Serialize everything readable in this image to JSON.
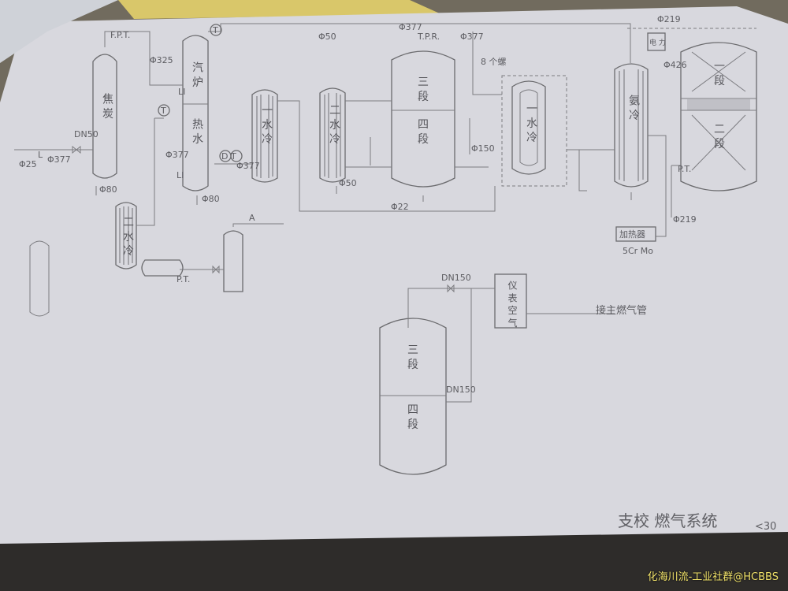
{
  "labels": {
    "coke_tower": "焦 炭",
    "boiler_top": "汽 炉",
    "boiler_bottom": "热 水",
    "cooler1": "一 水 冷",
    "cooler2": "二 水 冷",
    "cooler3": "二 水 冷",
    "stage34_top": "三 段",
    "stage34_bottom": "四 段",
    "cooler_main": "一 水 冷",
    "hx_amm": "氨 冷",
    "reactor_top": "一 段",
    "reactor_bottom": "二 段",
    "stage34b_top": "三 段",
    "stage34b_bottom": "四 段",
    "instrument_box": "仪 表 空 气",
    "heater_box": "加热器",
    "flow_box": "电 力"
  },
  "annotations": {
    "fpt": "F.P.T.",
    "t_top": "T",
    "t_mid": "T",
    "dt": "D T",
    "d377_a": "Φ377",
    "d377_b": "Φ377",
    "d377_c": "Φ377",
    "d377_d": "Φ377",
    "d377_e": "Φ377",
    "d325": "Φ325",
    "d219": "Φ219",
    "d219b": "Φ219",
    "d426": "Φ426",
    "d50a": "Φ50",
    "d50b": "Φ50",
    "d80": "Φ80",
    "d80b": "Φ80",
    "d150": "Φ150",
    "pt1": "P.T.",
    "pt2": "P.T.",
    "dn50": "DN50",
    "dn150": "DN150",
    "dn150b": "DN150",
    "l_label": "L",
    "li_label": "LI",
    "li_label2": "LI",
    "a_label": "A",
    "main_air": "接主燃气管",
    "d25": "Φ25",
    "d22": "Φ22",
    "side_note": "5Cr Mo",
    "tpr": "T.P.R.",
    "bolt": "8 个螺",
    "page": "<30"
  },
  "signature": "支校 燃气系统",
  "watermark": "化海川流-工业社群@HCBBS"
}
